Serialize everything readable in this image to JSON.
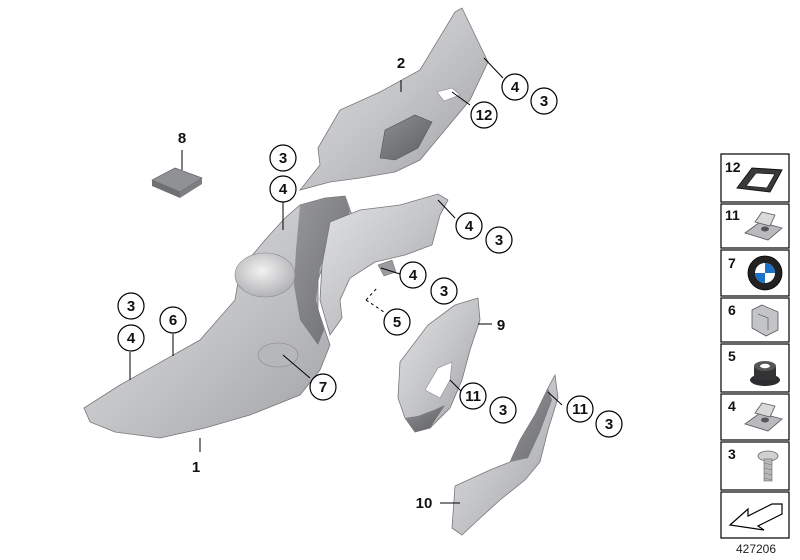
{
  "diagram": {
    "catalog_number": "427206",
    "plain_labels": [
      "1",
      "2",
      "8",
      "9",
      "10"
    ],
    "circled_callouts": [
      "3",
      "4",
      "12",
      "3",
      "4",
      "4",
      "3",
      "4",
      "3",
      "5",
      "3",
      "4",
      "6",
      "7",
      "11",
      "3",
      "11",
      "3"
    ],
    "legend": [
      "12",
      "11",
      "7",
      "6",
      "5",
      "4",
      "3"
    ],
    "colors": {
      "part_fill": "#c7c8ca",
      "part_dark": "#8a8b8e",
      "line": "#000000",
      "legend_border": "#000000"
    },
    "legend_icons": [
      "grommet-ring-icon",
      "clip-nut-icon",
      "bmw-emblem-icon",
      "spring-clip-icon",
      "rubber-grommet-icon",
      "clip-nut-icon",
      "screw-icon",
      "arrow-icon"
    ]
  }
}
